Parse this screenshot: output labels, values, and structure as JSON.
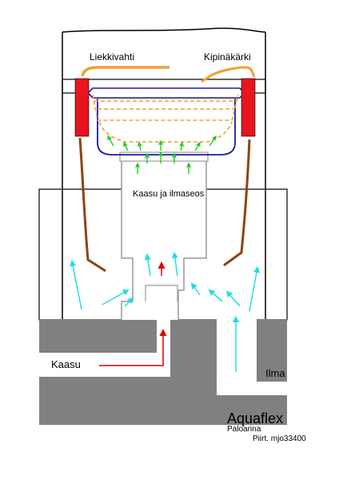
{
  "labels": {
    "flame_guard": "Liekkivahti",
    "igniter": "Kipinäkärki",
    "gas_air_mix": "Kaasu ja ilmaseos",
    "gas_inlet": "Kaasu",
    "air_inlet": "Ilma",
    "product": "Aquaflex",
    "subtitle": "Paloarina",
    "drawn_by": "Piirt. mjo33400"
  },
  "colors": {
    "housing_gray": "#808080",
    "outline_black": "#000000",
    "inner_gray": "#999999",
    "flame_guard_orange": "#f0a030",
    "igniter_brown": "#8b4513",
    "electrode_red": "#e8141e",
    "pan_blue": "#1a1aa8",
    "gas_arrow_red": "#e00000",
    "air_arrow_cyan": "#22dde8",
    "mix_arrow_green": "#22cc22"
  },
  "arrows": {
    "air": "air-flow-arrow",
    "gas": "gas-flow-arrow",
    "mix": "mixture-flow-arrow"
  }
}
